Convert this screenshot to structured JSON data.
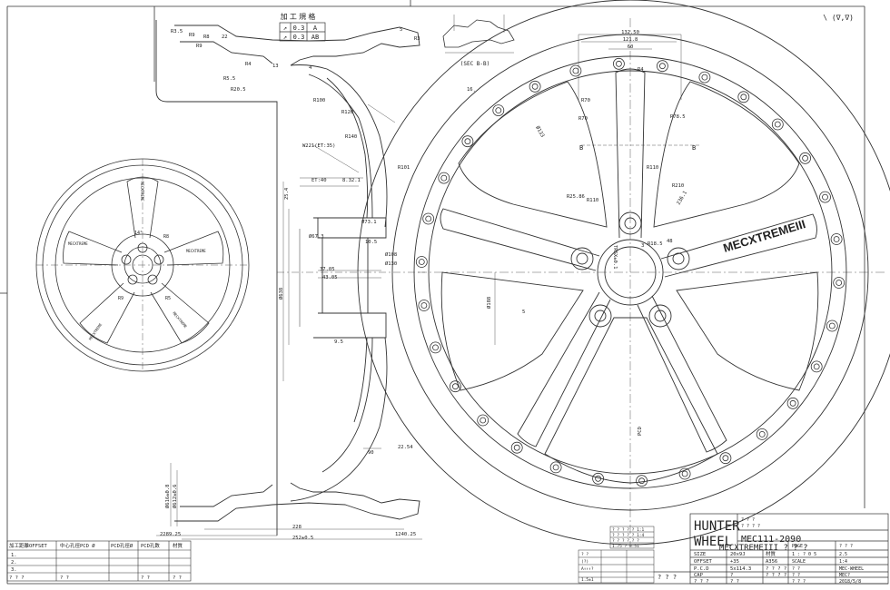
{
  "corner_mark": "\\ (∇,∇)",
  "tolerance_block": {
    "title": "加 工 規 格",
    "rows": [
      {
        "symbol": "↗",
        "value": "0.3",
        "datum": "A"
      },
      {
        "symbol": "↗",
        "value": "0.3",
        "datum": "AB"
      }
    ]
  },
  "section_label": "(SEC B-B)",
  "profile_dims": [
    "R3.5",
    "R9",
    "R8",
    "R9",
    "22",
    "R4",
    "13",
    "5",
    "R3",
    "4",
    "R5.5",
    "R20.5",
    "R100",
    "R120",
    "R140",
    "R101",
    "W221(ET:35)",
    "ET:40",
    "8.32.1",
    "Ø67.3",
    "Ø73.1",
    "Ø108",
    "Ø130",
    "10.5",
    "37.05",
    "43.05",
    "9.5",
    "22.54",
    "90",
    "228",
    "252±0.5",
    "1240.25",
    "2289.25",
    "Ø616±0.8",
    "Ø612±0.6",
    "Ø638",
    "25.4"
  ],
  "face_dims": [
    "132.50",
    "121.8",
    "60",
    "R4",
    "R70",
    "R70",
    "R78.5",
    "R110",
    "R210",
    "R110",
    "R25.86",
    "R18.5",
    "Ø133",
    "TRSX±0.1",
    "Ø188",
    "PCD",
    "5",
    "B",
    "B",
    "236.1",
    "48",
    "3",
    "16¸"
  ],
  "face_brand": "MECXTREMEIII",
  "left_view": {
    "spoke_labels": [
      "MECXTREME",
      "MECXTREME",
      "MECXTREME",
      "MECXTREME",
      "MECXTREME"
    ],
    "dims": [
      "14°",
      "R8",
      "R9",
      "R5"
    ]
  },
  "spec_table": {
    "headers": [
      "加工距離OFFSET",
      "中心孔徑PCD Ø",
      "PCD孔徑Ø",
      "PCD孔数",
      "材質"
    ],
    "rows": [
      "1.",
      "2.",
      "3."
    ],
    "footer": [
      "? ? ?",
      "? ?",
      "? ?",
      "? ?"
    ]
  },
  "mini_table": {
    "rows": [
      "? ? ? ? ? 1:1",
      "? ? ? ? ? 1:4",
      "? ? ? ? ? ?",
      "1.75 ? 8.51",
      "? ?",
      "(?)",
      "A↑↑↑?",
      "1.5±1"
    ]
  },
  "title_block": {
    "company_line1": "HUNTER",
    "company_line2": "WHEEL",
    "drawing_no": "MEC111-2090",
    "name": "MECXTREMEIII ? ? ?",
    "fields": [
      {
        "label": "SIZE",
        "value": "20x9J"
      },
      {
        "label": "OFFSET",
        "value": "+35"
      },
      {
        "label": "P.C.D",
        "value": "5x114.3"
      },
      {
        "label": "CAP",
        "value": "?"
      },
      {
        "label": "? ? ?",
        "value": "? ?"
      },
      {
        "label": "材質",
        "value": "A356"
      },
      {
        "label": "? ? ? ?",
        "value": "? ? ? ?"
      }
    ],
    "right_fields": [
      "PAGE",
      "? ? ?",
      "1 : ? 0 5",
      "2.5",
      "SCALE",
      "1:4",
      "? ?",
      "MEC-WHEEL",
      "? ?",
      "MEC?"
    ],
    "sheet": "? ? ?",
    "revision": "? ? ?",
    "drawn_date": "2018/5/8",
    "checked": "? ? ?",
    "approved": "? ? ? ?"
  }
}
